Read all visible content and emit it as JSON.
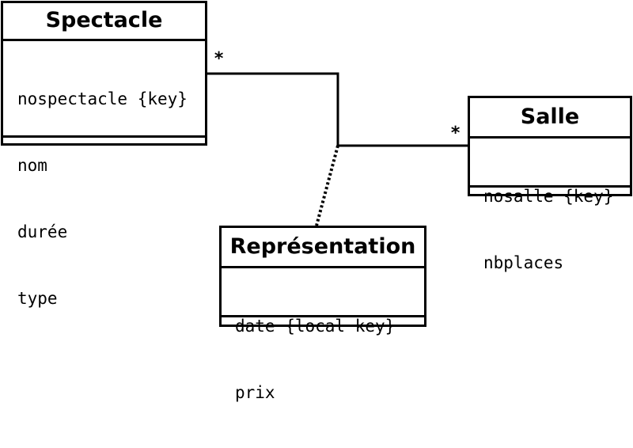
{
  "diagram": {
    "classes": {
      "spectacle": {
        "name": "Spectacle",
        "attributes": [
          "nospectacle {key}",
          "nom",
          "durée",
          "type"
        ]
      },
      "salle": {
        "name": "Salle",
        "attributes": [
          "nosalle {key}",
          "nbplaces"
        ]
      },
      "representation": {
        "name": "Représentation",
        "attributes": [
          "date {local key}",
          "prix"
        ]
      }
    },
    "association": {
      "spectacle_multiplicity": "*",
      "salle_multiplicity": "*"
    }
  }
}
